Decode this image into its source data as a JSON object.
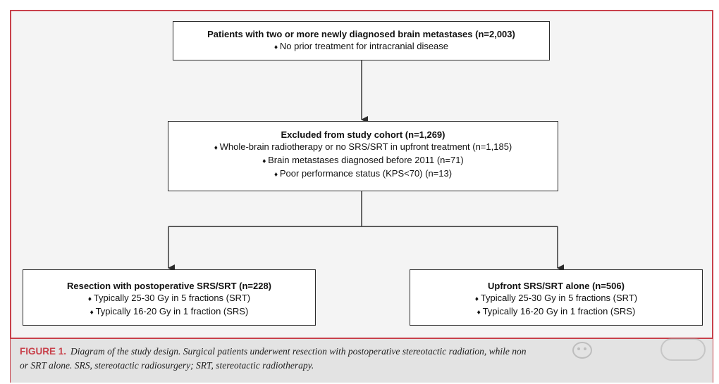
{
  "boxes": {
    "patients": {
      "title": "Patients with two or more newly diagnosed brain metastases (n=2,003)",
      "bullets": [
        "No prior treatment for intracranial disease"
      ]
    },
    "excluded": {
      "title": "Excluded from study cohort (n=1,269)",
      "bullets": [
        "Whole-brain radiotherapy or no SRS/SRT in upfront treatment (n=1,185)",
        "Brain metastases diagnosed before 2011 (n=71)",
        "Poor performance status (KPS<70) (n=13)"
      ]
    },
    "resection": {
      "title": "Resection with postoperative SRS/SRT (n=228)",
      "bullets": [
        "Typically 25-30 Gy in 5 fractions (SRT)",
        "Typically 16-20 Gy in 1 fraction (SRS)"
      ]
    },
    "upfront": {
      "title": "Upfront SRS/SRT alone (n=506)",
      "bullets": [
        "Typically 25-30 Gy in 5 fractions (SRT)",
        "Typically 16-20 Gy in 1 fraction (SRS)"
      ]
    }
  },
  "caption": {
    "label": "FIGURE 1.",
    "line1": "Diagram of the study design. Surgical patients underwent resection with postoperative stereotactic radiation, while non",
    "line2": "or SRT alone. SRS, stereotactic radiosurgery; SRT, stereotactic radiotherapy."
  },
  "colors": {
    "frame": "#c8414b",
    "line": "#2b2b2b",
    "caption_band": "#e3e3e3"
  }
}
